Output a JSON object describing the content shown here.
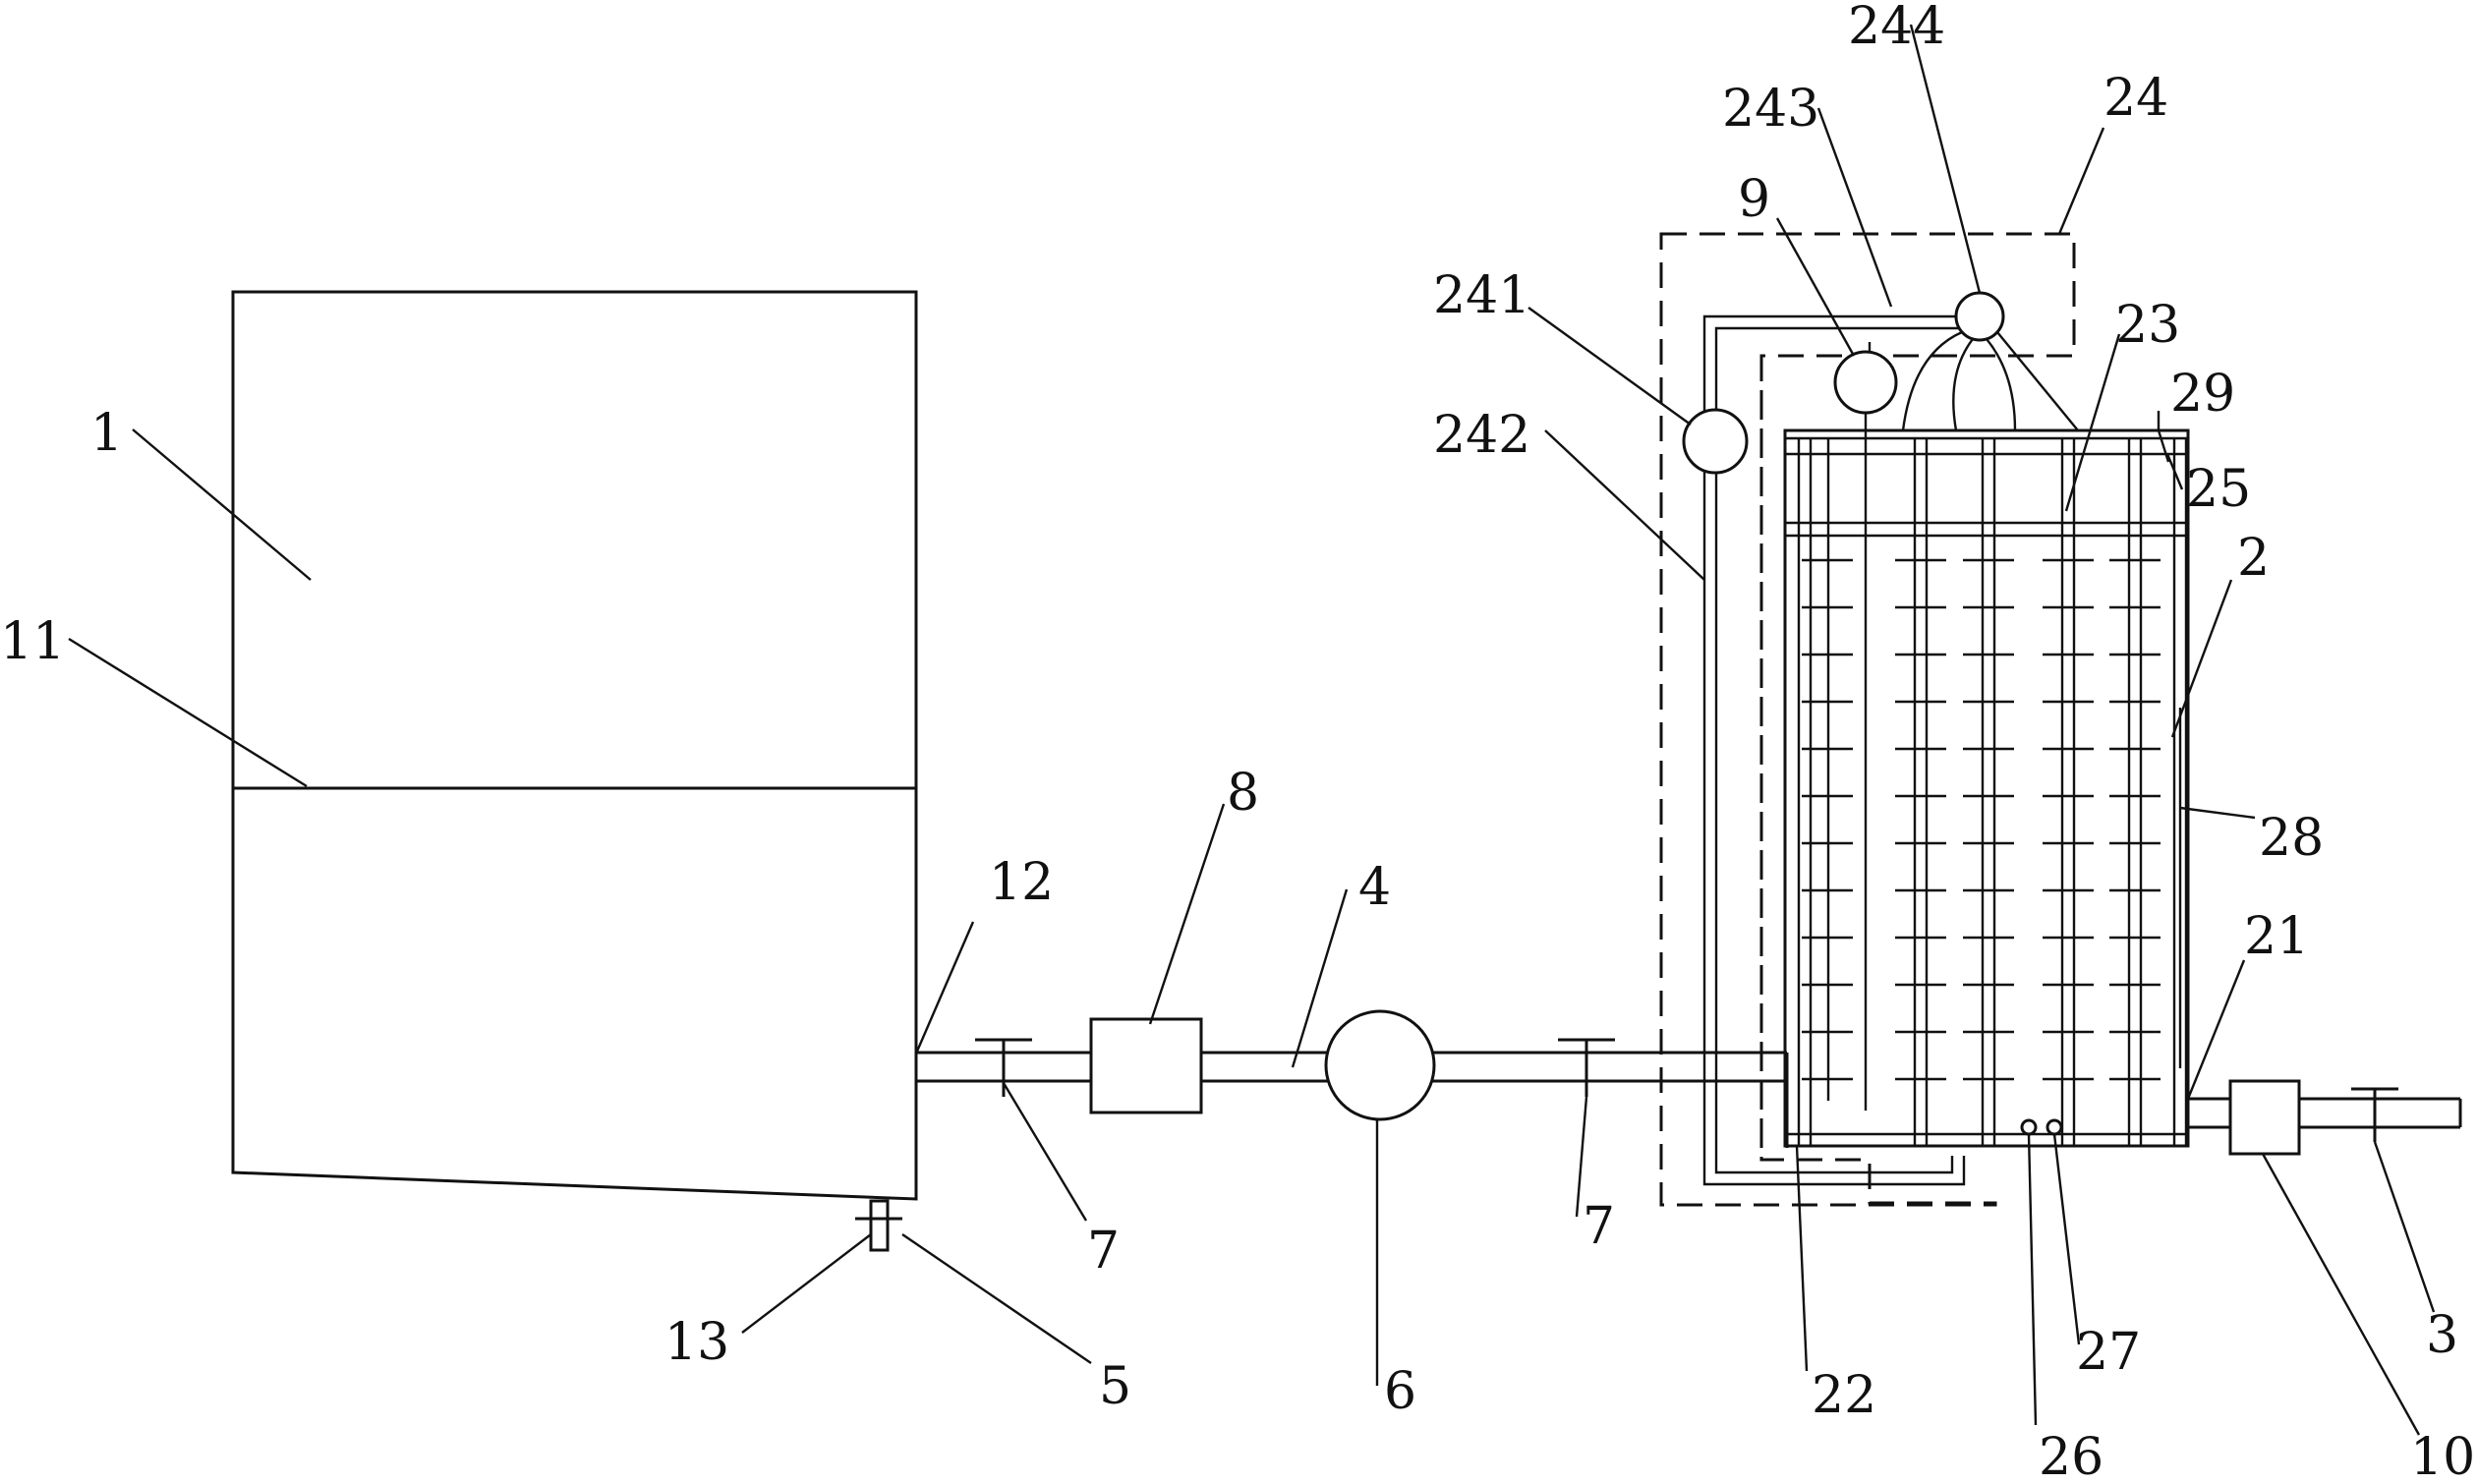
{
  "diagram": {
    "colors": {
      "line": "#111111",
      "background": "#ffffff"
    },
    "labels": {
      "l1": "1",
      "l11": "11",
      "l12": "12",
      "l13": "13",
      "l5": "5",
      "l8": "8",
      "l7a": "7",
      "l4": "4",
      "l6": "6",
      "l7b": "7",
      "l244": "244",
      "l243": "243",
      "l24": "24",
      "l9": "9",
      "l241": "241",
      "l242": "242",
      "l23": "23",
      "l29": "29",
      "l25": "25",
      "l2": "2",
      "l28": "28",
      "l21": "21",
      "l22": "22",
      "l26": "26",
      "l27": "27",
      "l3": "3",
      "l10": "10"
    }
  }
}
